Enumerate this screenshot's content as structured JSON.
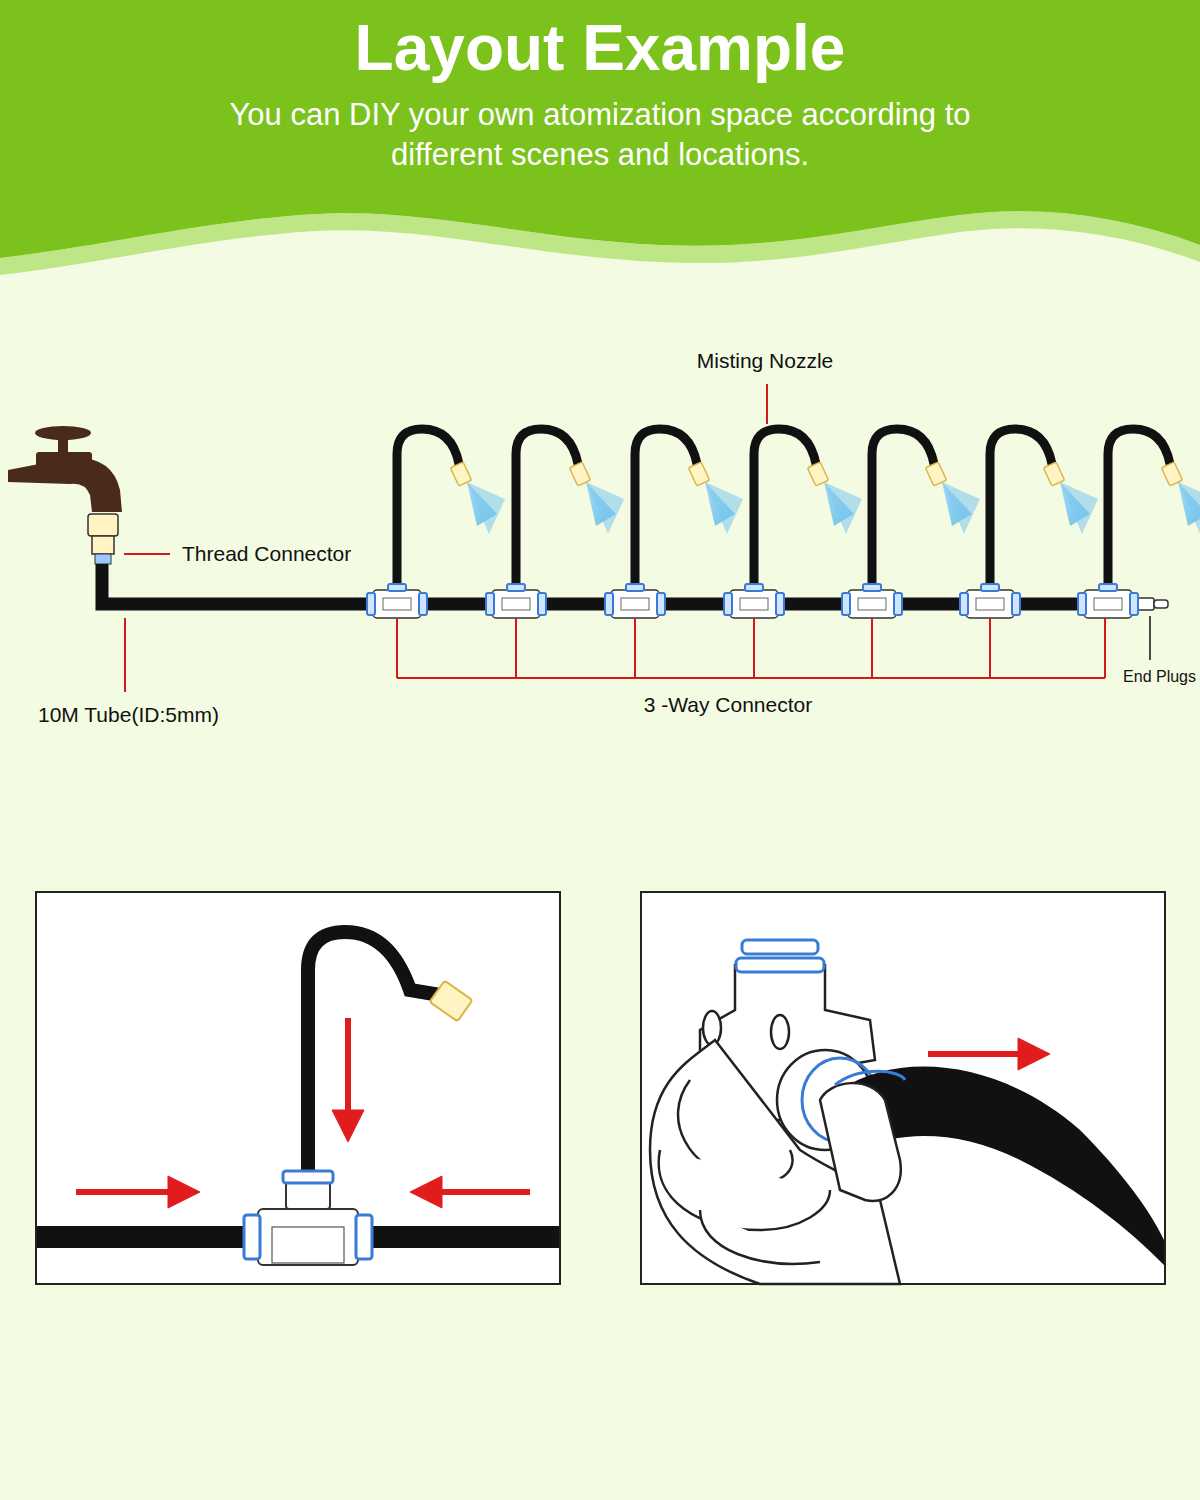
{
  "diagram": {
    "title": "Layout Example",
    "labels": [
      "You can DIY your own atomization space according to different scenes and locations.",
      "Misting Nozzle",
      "Thread Connector",
      "10M Tube(ID:5mm)",
      "3 -Way Connector",
      "End Plugs"
    ]
  }
}
